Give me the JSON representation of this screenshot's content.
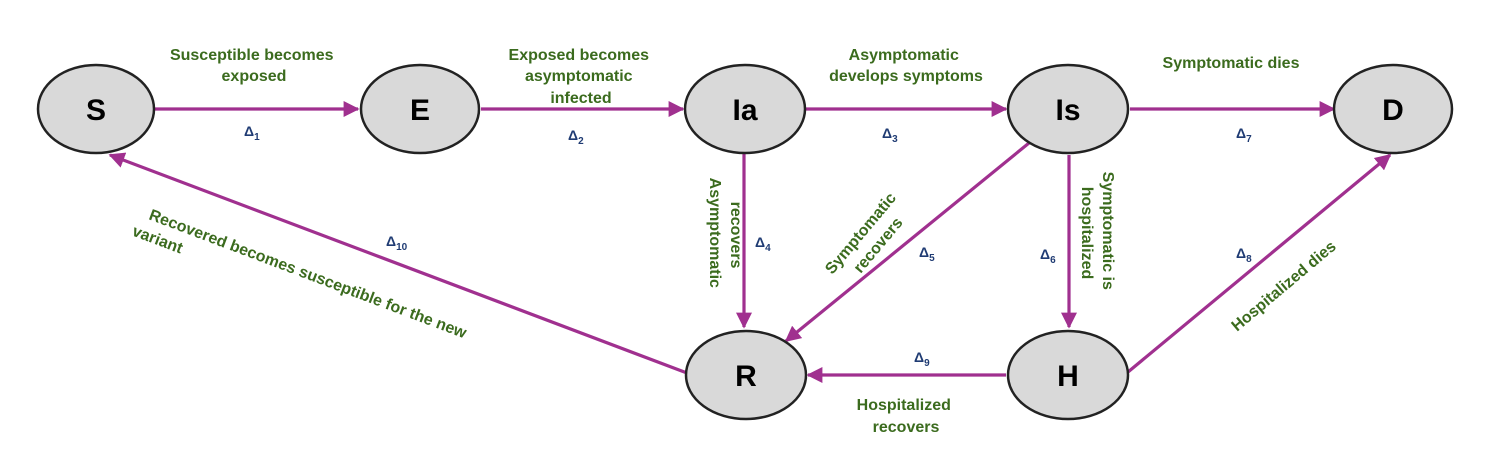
{
  "colors": {
    "node_fill": "#d9d9d9",
    "node_stroke": "#222222",
    "edge": "#a0308f",
    "edge_label": "#3b6b1e",
    "rate_label": "#1f3b73"
  },
  "nodes": {
    "S": "S",
    "E": "E",
    "Ia": "Ia",
    "Is": "Is",
    "D": "D",
    "R": "R",
    "H": "H"
  },
  "edges": {
    "s_e": {
      "label_lines": [
        "Susceptible becomes",
        "exposed"
      ],
      "rate_symbol": "Δ",
      "rate_index": "1"
    },
    "e_ia": {
      "label_lines": [
        "Exposed becomes",
        "asymptomatic",
        "infected"
      ],
      "rate_symbol": "Δ",
      "rate_index": "2"
    },
    "ia_is": {
      "label_lines": [
        "Asymptomatic",
        "develops symptoms"
      ],
      "rate_symbol": "Δ",
      "rate_index": "3"
    },
    "ia_r": {
      "label_lines": [
        "Asymptomatic",
        "recovers"
      ],
      "rate_symbol": "Δ",
      "rate_index": "4"
    },
    "is_r": {
      "label_lines": [
        "Symptomatic",
        "recovers"
      ],
      "rate_symbol": "Δ",
      "rate_index": "5"
    },
    "is_h": {
      "label_lines": [
        "Symptomatic is",
        "hospitalized"
      ],
      "rate_symbol": "Δ",
      "rate_index": "6"
    },
    "is_d": {
      "label_lines": [
        "Symptomatic dies"
      ],
      "rate_symbol": "Δ",
      "rate_index": "7"
    },
    "h_d": {
      "label_lines": [
        "Hospitalized dies"
      ],
      "rate_symbol": "Δ",
      "rate_index": "8"
    },
    "h_r": {
      "label_lines": [
        "Hospitalized",
        "recovers"
      ],
      "rate_symbol": "Δ",
      "rate_index": "9"
    },
    "r_s": {
      "label_lines": [
        "Recovered becomes susceptible for the new",
        "variant"
      ],
      "rate_symbol": "Δ",
      "rate_index": "10"
    }
  }
}
